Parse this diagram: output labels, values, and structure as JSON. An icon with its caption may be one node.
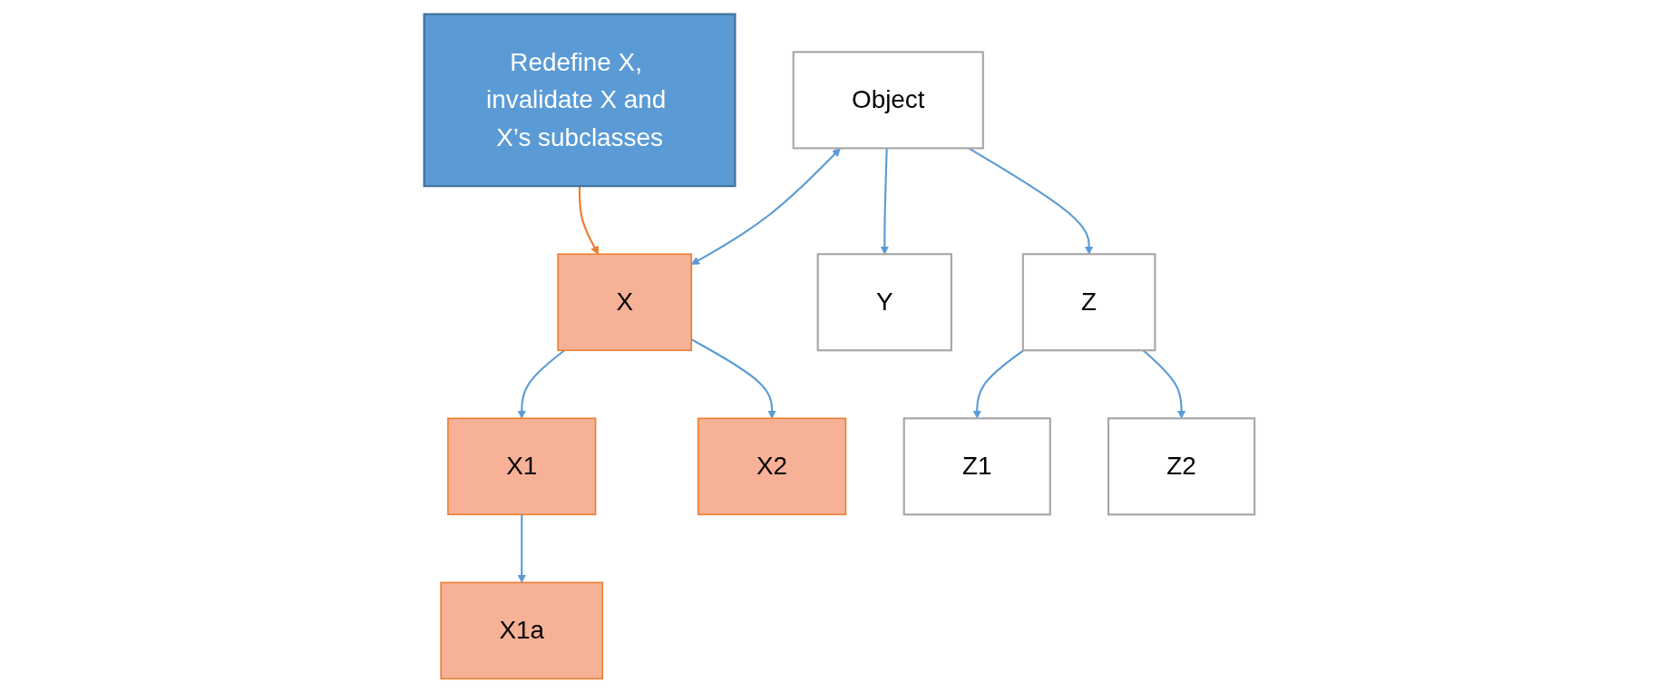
{
  "diagram": {
    "nodes": [
      {
        "text": [
          "Object"
        ]
      },
      {
        "text": [
          "Redefine X, invalidate X and X’s subclasses"
        ]
      },
      {
        "text": [
          "X"
        ]
      },
      {
        "text": [
          "Y"
        ]
      },
      {
        "text": [
          "Z"
        ]
      },
      {
        "text": [
          "X1"
        ]
      },
      {
        "text": [
          "X2"
        ]
      },
      {
        "text": [
          "Z1"
        ]
      },
      {
        "text": [
          "Z2"
        ]
      },
      {
        "text": [
          "X1a"
        ]
      }
    ],
    "edges": [
      {
        "from": 0,
        "to": 2,
        "arrow": "both"
      },
      {
        "from": 0,
        "to": 3,
        "arrow": "to"
      },
      {
        "from": 0,
        "to": 4,
        "arrow": "to"
      },
      {
        "from": 1,
        "to": 2,
        "arrow": "to",
        "color": "#ed7d31"
      },
      {
        "from": 2,
        "to": 5,
        "arrow": "to"
      },
      {
        "from": 2,
        "to": 6,
        "arrow": "to"
      },
      {
        "from": 4,
        "to": 7,
        "arrow": "to"
      },
      {
        "from": 4,
        "to": 8,
        "arrow": "to"
      },
      {
        "from": 5,
        "to": 9,
        "arrow": "to"
      }
    ]
  }
}
